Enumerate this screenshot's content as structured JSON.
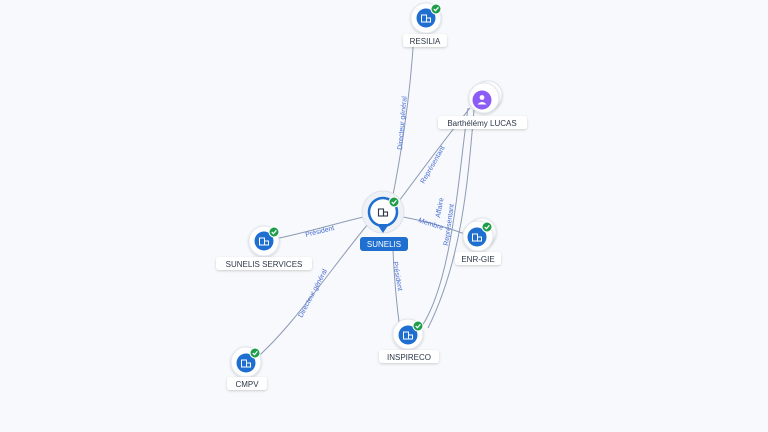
{
  "colors": {
    "company": "#1f6fd1",
    "person": "#8b5cf6",
    "verified": "#1e9e4a",
    "center_badge": "#1f6fd1",
    "edge": "#8e9bb5",
    "edge_label": "#4a6fd6"
  },
  "nodes": {
    "resilia": {
      "label": "RESILIA",
      "type": "company",
      "icon": "building-icon",
      "verified": true
    },
    "lucas": {
      "label": "Barthélémy LUCAS",
      "type": "person",
      "icon": "person-icon",
      "verified": false
    },
    "sunelis": {
      "label": "SUNELIS",
      "type": "company",
      "icon": "building-icon",
      "verified": true,
      "central": true
    },
    "sunelis_services": {
      "label": "SUNELIS SERVICES",
      "type": "company",
      "icon": "building-icon",
      "verified": true
    },
    "enr_gie": {
      "label": "ENR-GIE",
      "type": "company",
      "icon": "building-icon",
      "verified": true
    },
    "inspireco": {
      "label": "INSPIRECO",
      "type": "company",
      "icon": "building-icon",
      "verified": true
    },
    "cmpv": {
      "label": "CMPV",
      "type": "company",
      "icon": "building-icon",
      "verified": true
    }
  },
  "edges": {
    "resilia_sunelis": {
      "label": "Directeur général"
    },
    "lucas_sunelis": {
      "label": "Représentant"
    },
    "lucas_inspireco": {
      "label": "Représentant"
    },
    "lucas_inspireco_2": {
      "label": "Affaire"
    },
    "services_sunelis": {
      "label": "Président"
    },
    "sunelis_enr": {
      "label": "Membre"
    },
    "inspireco_sunelis": {
      "label": "Président"
    },
    "cmpv_sunelis": {
      "label": "Directeur général"
    }
  }
}
